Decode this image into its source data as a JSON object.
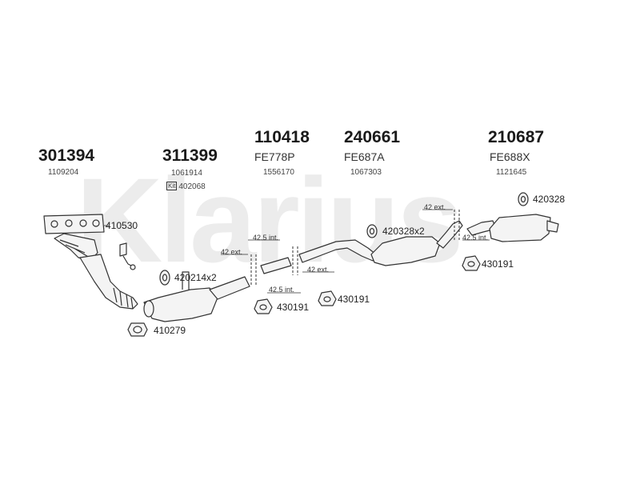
{
  "brand_watermark": "Klarius",
  "parts": [
    {
      "part_no": "301394",
      "ref": "1109204"
    },
    {
      "part_no": "311399",
      "ref": "1061914",
      "kit_label": "Kit",
      "kit_no": "402068"
    },
    {
      "part_no": "110418",
      "code": "FE778P",
      "ref": "1556170"
    },
    {
      "part_no": "240661",
      "code": "FE687A",
      "ref": "1067303"
    },
    {
      "part_no": "210687",
      "code": "FE688X",
      "ref": "1121645"
    }
  ],
  "callouts": {
    "gasket_410530": "410530",
    "clamp_420214": "420214x2",
    "gasket_410279": "410279",
    "hanger_430191_a": "430191",
    "hanger_430191_b": "430191",
    "hanger_430191_c": "430191",
    "ring_420328x2": "420328x2",
    "ring_420328": "420328"
  },
  "dimensions": {
    "d1": "42 ext.",
    "d2": "42.5 int.",
    "d3": "42 ext.",
    "d4": "42.5 int.",
    "d5": "42 ext.",
    "d6": "42.5 int."
  },
  "colors": {
    "line": "#333333",
    "fill": "#f4f4f4",
    "watermark": "#ececec"
  }
}
